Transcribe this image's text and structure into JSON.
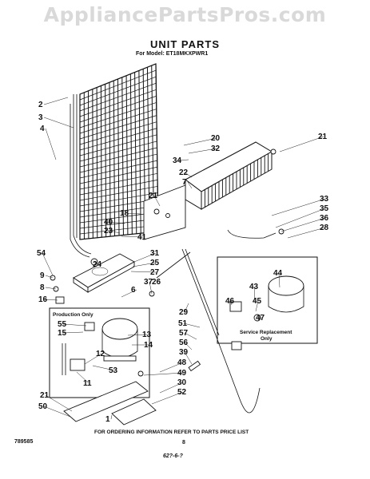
{
  "watermark": "AppliancePartsPros.com",
  "title": "UNIT PARTS",
  "subtitle": "For Model: ET18MKXPWR1",
  "callouts": [
    {
      "label": "2"
    },
    {
      "label": "3"
    },
    {
      "label": "4"
    },
    {
      "label": "20"
    },
    {
      "label": "32"
    },
    {
      "label": "21"
    },
    {
      "label": "34"
    },
    {
      "label": "22"
    },
    {
      "label": "7"
    },
    {
      "label": "21"
    },
    {
      "label": "33"
    },
    {
      "label": "35"
    },
    {
      "label": "36"
    },
    {
      "label": "28"
    },
    {
      "label": "18"
    },
    {
      "label": "40"
    },
    {
      "label": "23"
    },
    {
      "label": "41"
    },
    {
      "label": "54"
    },
    {
      "label": "24"
    },
    {
      "label": "31"
    },
    {
      "label": "25"
    },
    {
      "label": "27"
    },
    {
      "label": "26"
    },
    {
      "label": "9"
    },
    {
      "label": "6"
    },
    {
      "label": "37"
    },
    {
      "label": "8"
    },
    {
      "label": "16"
    },
    {
      "label": "44"
    },
    {
      "label": "43"
    },
    {
      "label": "46"
    },
    {
      "label": "45"
    },
    {
      "label": "47"
    },
    {
      "label": "55"
    },
    {
      "label": "15"
    },
    {
      "label": "13"
    },
    {
      "label": "14"
    },
    {
      "label": "12"
    },
    {
      "label": "53"
    },
    {
      "label": "11"
    },
    {
      "label": "29"
    },
    {
      "label": "51"
    },
    {
      "label": "57"
    },
    {
      "label": "56"
    },
    {
      "label": "39"
    },
    {
      "label": "48"
    },
    {
      "label": "49"
    },
    {
      "label": "30"
    },
    {
      "label": "52"
    },
    {
      "label": "21"
    },
    {
      "label": "50"
    },
    {
      "label": "1"
    }
  ],
  "box_labels": {
    "production_only": "Production Only",
    "service_replacement_line1": "Service Replacement",
    "service_replacement_line2": "Only"
  },
  "footer_note": "FOR ORDERING INFORMATION REFER TO PARTS PRICE LIST",
  "doc_number": "789585",
  "page_number": "8",
  "code": "62?-6-?"
}
